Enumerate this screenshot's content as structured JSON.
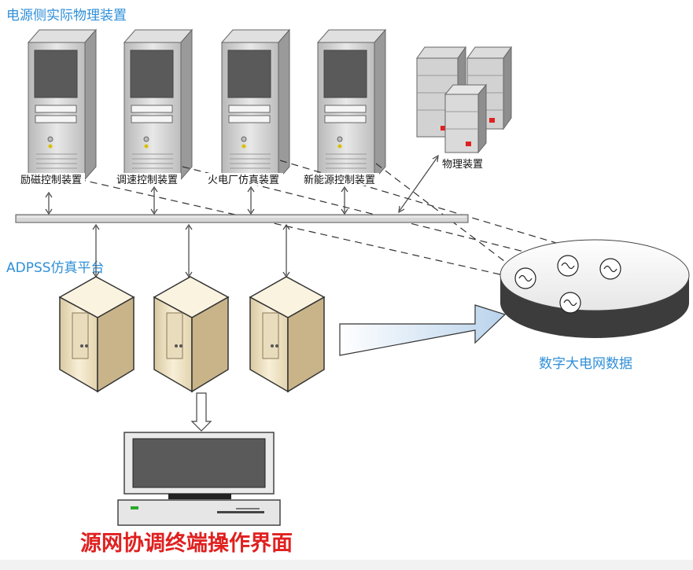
{
  "labels": {
    "physical_section": "电源侧实际物理装置",
    "adpss_section": "ADPSS仿真平台",
    "grid_data": "数字大电网数据",
    "terminal": "源网协调终端操作界面",
    "physical_device": "物理装置"
  },
  "devices": [
    {
      "label": "励磁控制装置"
    },
    {
      "label": "调速控制装置"
    },
    {
      "label": "火电厂仿真装置"
    },
    {
      "label": "新能源控制装置"
    }
  ],
  "colors": {
    "label_blue": "#2f8fd8",
    "title_red": "#e02020",
    "server_gray": "#cfcfcf",
    "server_beige": "#f1e6c9"
  }
}
